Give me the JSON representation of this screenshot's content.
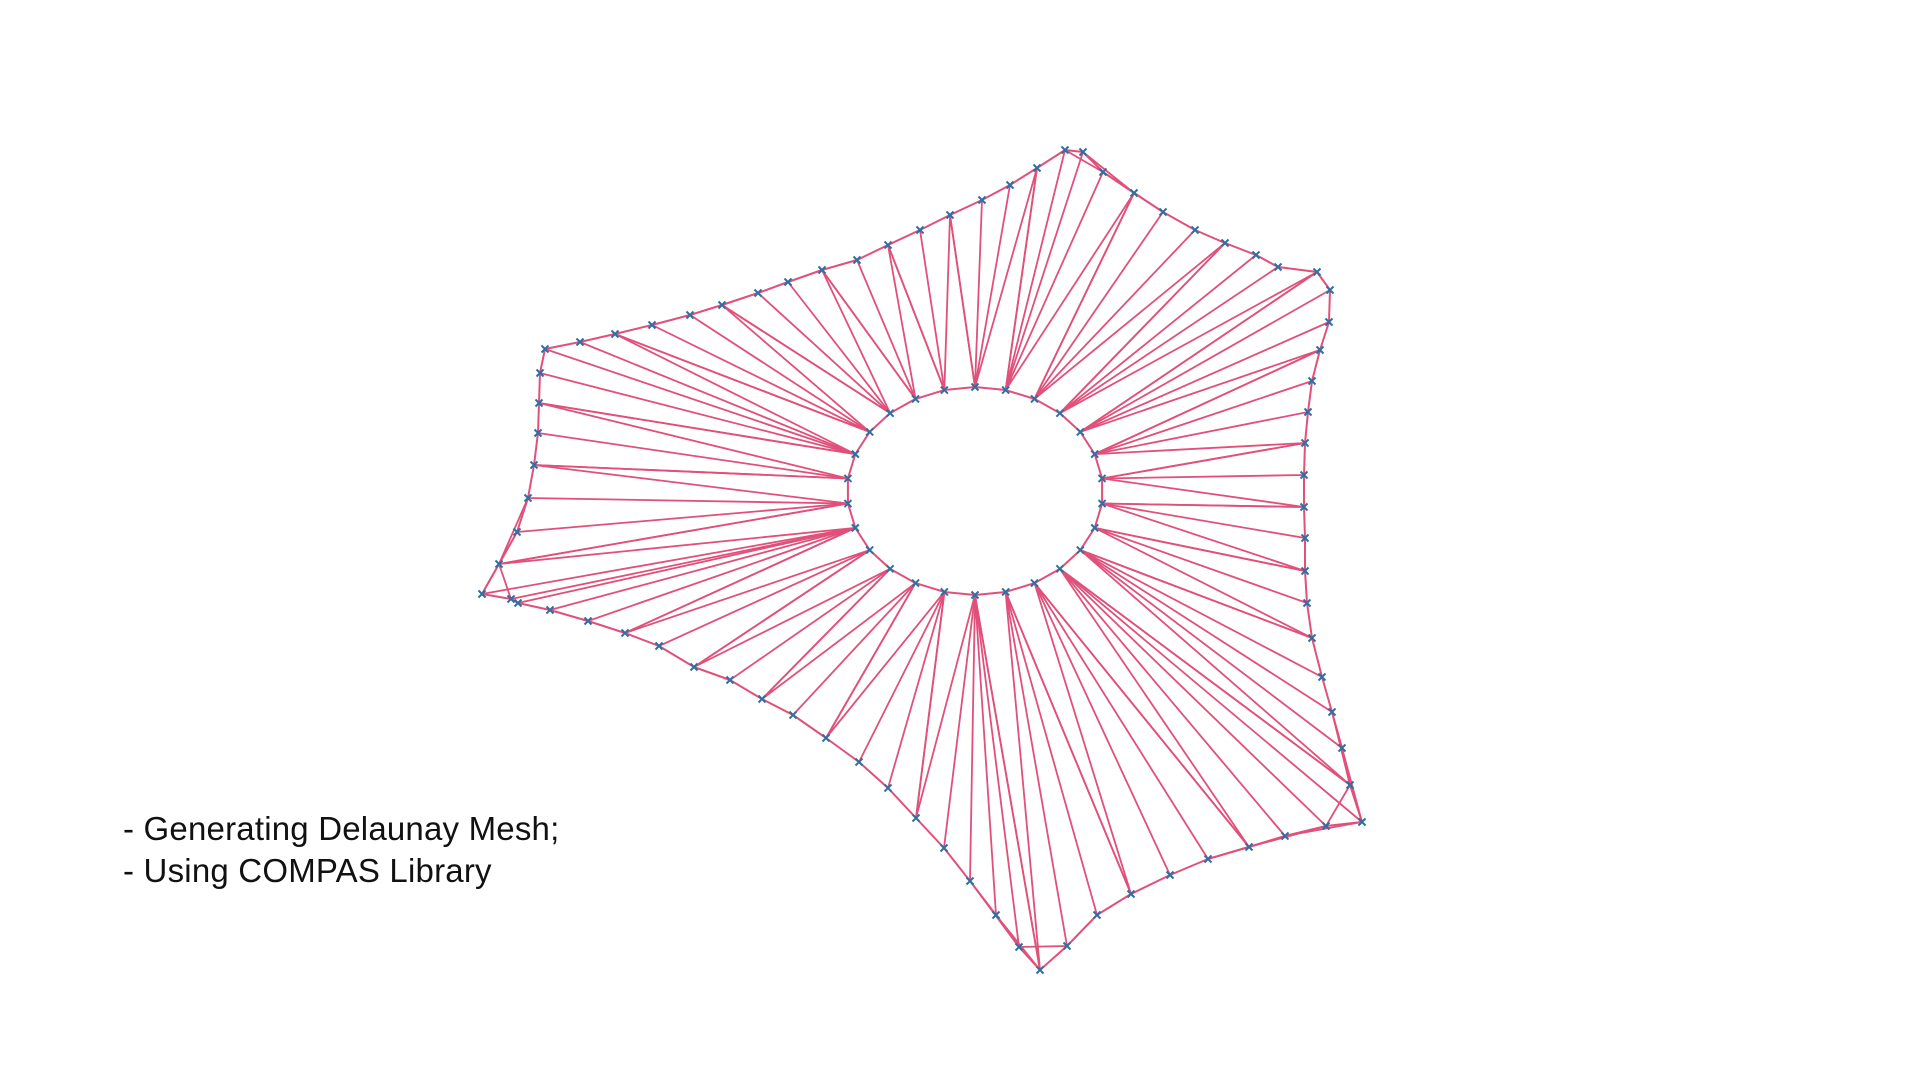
{
  "caption": {
    "line1": "- Generating Delaunay Mesh;",
    "line2": "- Using COMPAS Library"
  },
  "mesh": {
    "type": "delaunay-triangulation-with-hole",
    "colors": {
      "edge": "#e0507a",
      "vertex": "#2f6fa3",
      "boundary": "#4a8cc0"
    }
  }
}
